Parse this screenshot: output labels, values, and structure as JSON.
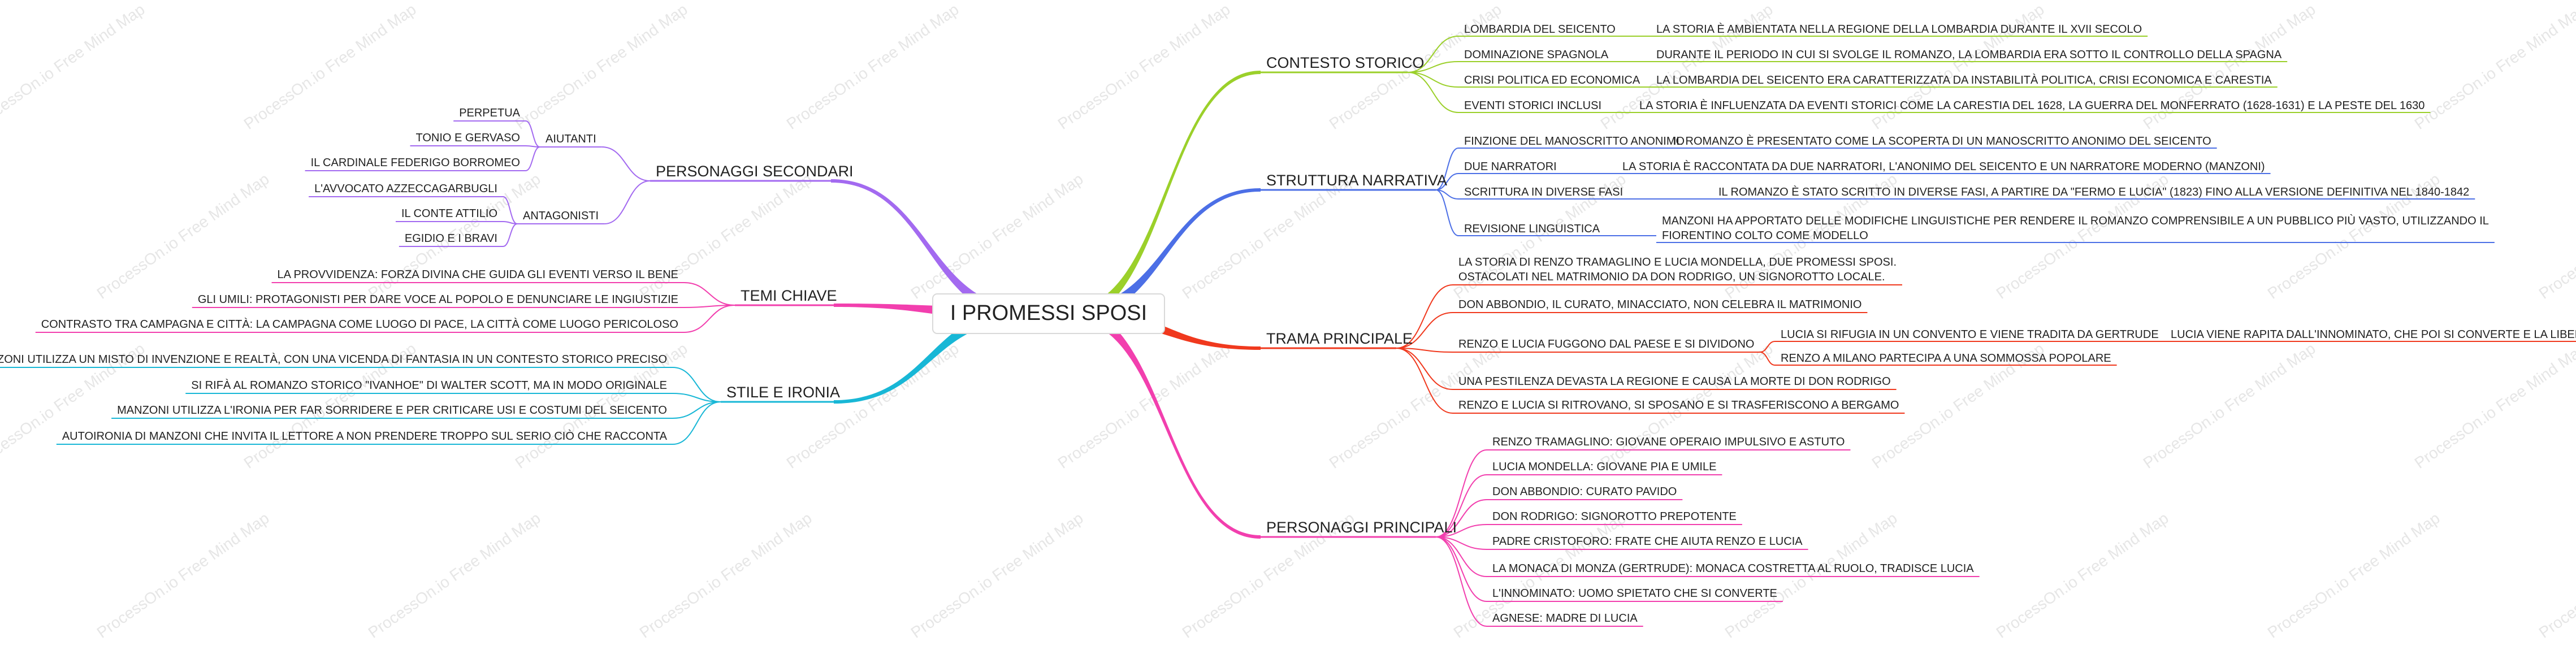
{
  "watermark": "ProcessOn.io Free Mind Map",
  "root": {
    "title": "I PROMESSI SPOSI"
  },
  "colors": {
    "contesto": "#9bd02a",
    "struttura": "#4c6fe6",
    "trama": "#f0391e",
    "principali": "#f23fae",
    "secondari": "#a36af0",
    "temi": "#f23fae",
    "stile": "#18b7d6"
  },
  "branches": {
    "contesto": {
      "label": "CONTESTO STORICO",
      "items": [
        {
          "label": "LOMBARDIA DEL SEICENTO",
          "detail": "LA STORIA È AMBIENTATA NELLA REGIONE DELLA LOMBARDIA DURANTE IL XVII SECOLO"
        },
        {
          "label": "DOMINAZIONE SPAGNOLA",
          "detail": "DURANTE IL PERIODO IN CUI SI SVOLGE IL ROMANZO, LA LOMBARDIA ERA SOTTO IL CONTROLLO DELLA SPAGNA"
        },
        {
          "label": "CRISI POLITICA ED ECONOMICA",
          "detail": "LA LOMBARDIA DEL SEICENTO ERA CARATTERIZZATA DA INSTABILITÀ POLITICA, CRISI ECONOMICA E CARESTIA"
        },
        {
          "label": "EVENTI STORICI INCLUSI",
          "detail": "LA STORIA È INFLUENZATA DA EVENTI STORICI COME LA CARESTIA DEL 1628, LA GUERRA DEL MONFERRATO (1628-1631) E LA PESTE DEL 1630"
        }
      ]
    },
    "struttura": {
      "label": "STRUTTURA NARRATIVA",
      "items": [
        {
          "label": "FINZIONE DEL MANOSCRITTO ANONIMO",
          "detail": "IL ROMANZO È PRESENTATO COME LA SCOPERTA DI UN MANOSCRITTO ANONIMO DEL SEICENTO"
        },
        {
          "label": "DUE NARRATORI",
          "detail": "LA STORIA È RACCONTATA DA DUE NARRATORI, L'ANONIMO DEL SEICENTO E UN NARRATORE MODERNO (MANZONI)"
        },
        {
          "label": "SCRITTURA IN DIVERSE FASI",
          "detail": "IL ROMANZO È STATO SCRITTO IN DIVERSE FASI, A PARTIRE DA \"FERMO E LUCIA\" (1823) FINO ALLA VERSIONE DEFINITIVA NEL 1840-1842"
        },
        {
          "label": "REVISIONE LINGUISTICA",
          "detail_lines": [
            "MANZONI HA APPORTATO DELLE MODIFICHE LINGUISTICHE PER RENDERE IL ROMANZO COMPRENSIBILE A UN PUBBLICO PIÙ VASTO, UTILIZZANDO IL",
            "FIORENTINO COLTO COME MODELLO"
          ]
        }
      ]
    },
    "trama": {
      "label": "TRAMA PRINCIPALE",
      "items": [
        {
          "lines": [
            "LA STORIA DI RENZO TRAMAGLINO E LUCIA MONDELLA, DUE PROMESSI SPOSI.",
            "OSTACOLATI NEL MATRIMONIO DA DON RODRIGO, UN SIGNOROTTO LOCALE."
          ]
        },
        {
          "lines": [
            "DON ABBONDIO, IL CURATO, MINACCIATO, NON CELEBRA IL MATRIMONIO"
          ]
        },
        {
          "lines": [
            "RENZO E LUCIA FUGGONO DAL PAESE E SI DIVIDONO"
          ],
          "sub": [
            {
              "label": "LUCIA SI RIFUGIA IN UN CONVENTO E VIENE TRADITA DA GERTRUDE",
              "detail": "LUCIA VIENE RAPITA DALL'INNOMINATO, CHE POI SI CONVERTE E LA LIBERA"
            },
            {
              "label": "RENZO A MILANO PARTECIPA A UNA SOMMOSSA POPOLARE"
            }
          ]
        },
        {
          "lines": [
            "UNA PESTILENZA DEVASTA LA REGIONE E CAUSA LA MORTE DI DON RODRIGO"
          ]
        },
        {
          "lines": [
            "RENZO E LUCIA SI RITROVANO, SI SPOSANO E SI TRASFERISCONO A BERGAMO"
          ]
        }
      ]
    },
    "principali": {
      "label": "PERSONAGGI PRINCIPALI",
      "items": [
        "RENZO TRAMAGLINO: GIOVANE OPERAIO IMPULSIVO E ASTUTO",
        "LUCIA MONDELLA: GIOVANE PIA E UMILE",
        "DON ABBONDIO: CURATO PAVIDO",
        "DON RODRIGO: SIGNOROTTO PREPOTENTE",
        "PADRE CRISTOFORO: FRATE CHE AIUTA RENZO E LUCIA",
        "LA MONACA DI MONZA (GERTRUDE): MONACA COSTRETTA AL RUOLO, TRADISCE LUCIA",
        "L'INNOMINATO: UOMO SPIETATO CHE SI CONVERTE",
        "AGNESE: MADRE DI LUCIA"
      ]
    },
    "secondari": {
      "label": "PERSONAGGI SECONDARI",
      "groups": [
        {
          "label": "AIUTANTI",
          "items": [
            "PERPETUA",
            "TONIO E GERVASO",
            "IL CARDINALE FEDERIGO BORROMEO"
          ]
        },
        {
          "label": "ANTAGONISTI",
          "items": [
            "L'AVVOCATO AZZECCAGARBUGLI",
            "IL CONTE ATTILIO",
            "EGIDIO E I BRAVI"
          ]
        }
      ]
    },
    "temi": {
      "label": "TEMI CHIAVE",
      "items": [
        "LA PROVVIDENZA: FORZA DIVINA CHE GUIDA GLI EVENTI VERSO IL BENE",
        "GLI UMILI: PROTAGONISTI PER DARE VOCE AL POPOLO E DENUNCIARE LE INGIUSTIZIE",
        "CONTRASTO TRA CAMPAGNA E CITTÀ: LA CAMPAGNA COME LUOGO DI PACE, LA CITTÀ COME LUOGO PERICOLOSO"
      ]
    },
    "stile": {
      "label": "STILE E IRONIA",
      "items": [
        "MANZONI UTILIZZA UN MISTO DI INVENZIONE E REALTÀ, CON UNA VICENDA DI FANTASIA IN UN CONTESTO STORICO PRECISO",
        "SI RIFÀ AL ROMANZO STORICO    \"IVANHOE\"    DI WALTER SCOTT, MA IN MODO ORIGINALE",
        "MANZONI UTILIZZA L'IRONIA PER FAR SORRIDERE E PER CRITICARE USI E COSTUMI DEL SEICENTO",
        "AUTOIRONIA DI MANZONI CHE INVITA IL LETTORE A NON PRENDERE TROPPO SUL SERIO CIÒ CHE RACCONTA"
      ]
    }
  }
}
